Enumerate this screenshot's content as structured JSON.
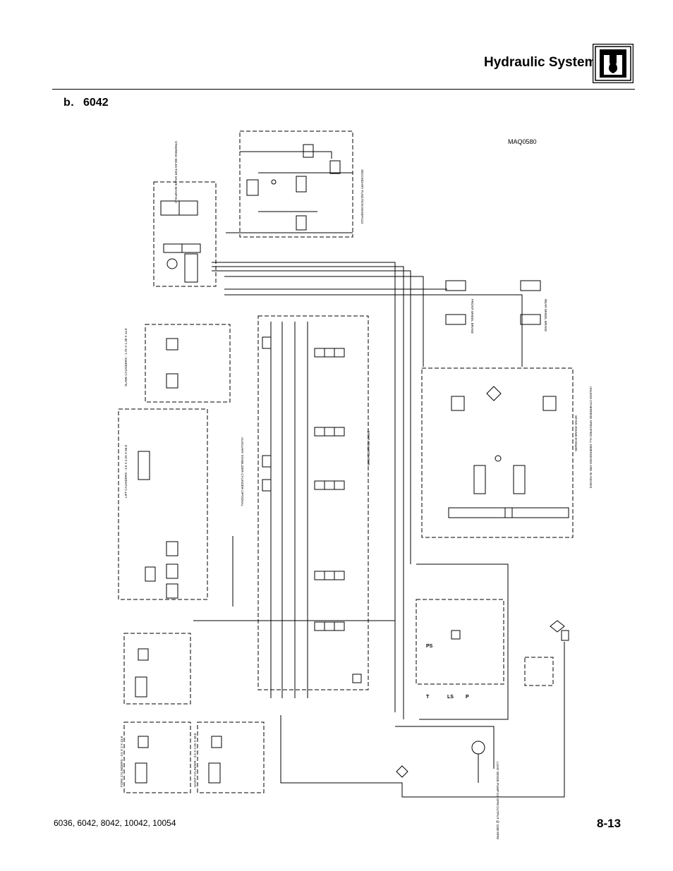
{
  "header": {
    "title": "Hydraulic System",
    "icon": "hydraulic-system-icon"
  },
  "section": {
    "label": "b.",
    "number": "6042"
  },
  "diagram": {
    "ref_code": "MAQ0580",
    "labels": {
      "steering_selector": "STEERING SELECTOR VALVE MANIFOLD",
      "secondary_manifold": "SECONDARY FUNCTION MANIFOLD",
      "main_control_valve": "MAIN CONTROL VALVE",
      "service_brake_valve": "SERVICE BRAKE VALVE",
      "front_wheel_brake": "FRONT WHEEL BRAKE",
      "rear_wheel_brake": "REAR WHEEL BRAKE",
      "tolerance_note": "UNLESS OTHERWISE SPECIFIED ALL DIMENSIONS ARE IN INCHES",
      "slave_cylinders": "SLAVE CYLINDERS - 1.75 X 1.38 X 14.8",
      "lift_cylinders": "LIFT CYLINDERS - 3.5 X 2.25 X 66.8",
      "hoist_cylinders": "HOIST CYLINDER - 3.5 X 2.25 X 48.8",
      "fork_cylinders": "FORK CYLINDERS - 3.5 X 2 X 44.8",
      "outrigger": "AUXILIARY STABILIZER CYLINDER OPTIONAL",
      "pump_note": "LOAD SENSE PUMP 0.8 GPM OUTPUT @ 2400 RPM",
      "ps": "PS",
      "load_sense": "LS",
      "tank": "T",
      "pressure": "P"
    }
  },
  "footer": {
    "models": "6036, 6042, 8042, 10042, 10054",
    "page": "8-13"
  }
}
